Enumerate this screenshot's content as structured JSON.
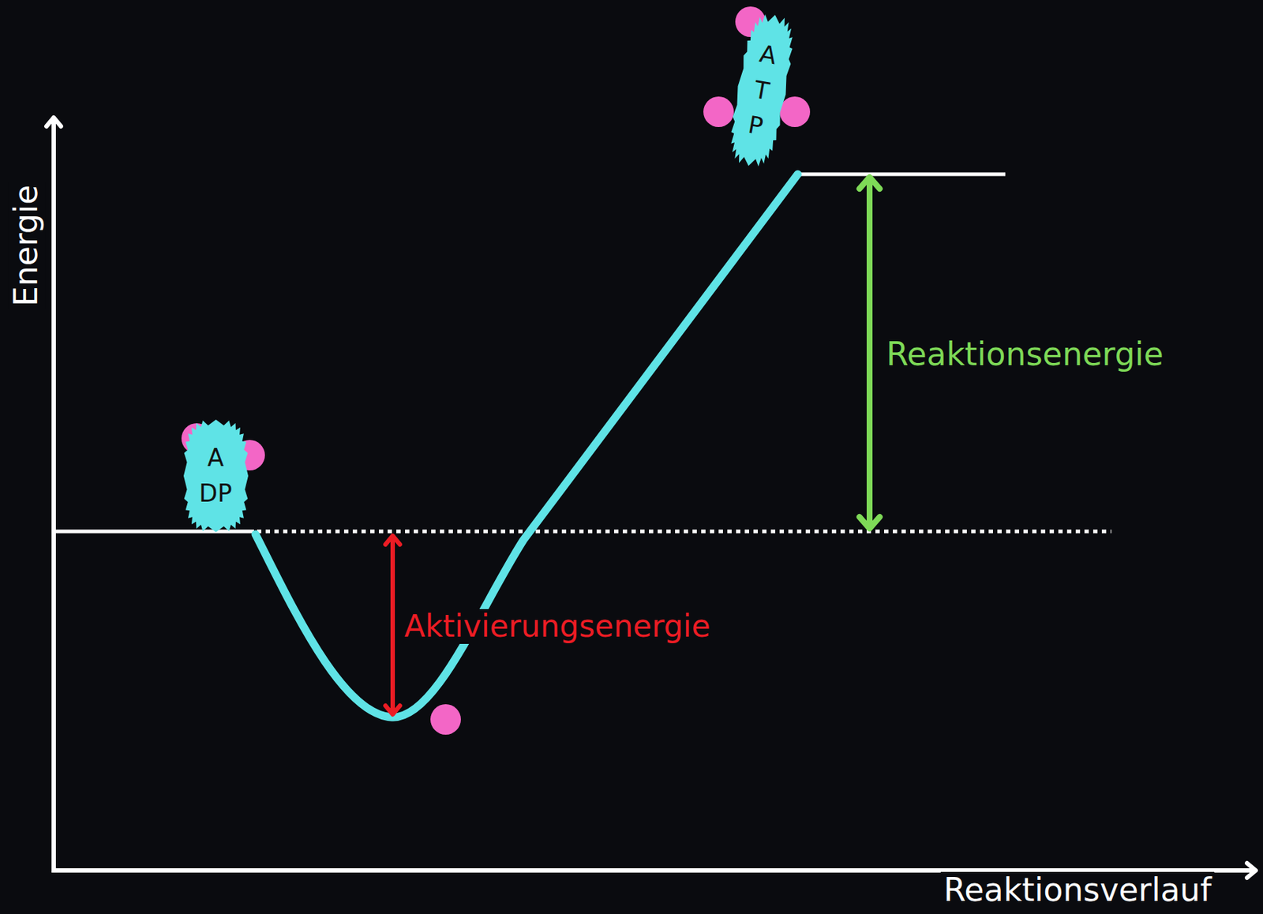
{
  "diagram": {
    "nodes": [
      {
        "text": [
          "A DP"
        ]
      },
      {
        "text": [
          "A T P"
        ]
      }
    ],
    "labels": [
      "Energie",
      "Reaktionsenergie",
      "Aktivierungsenergie",
      "Reaktionsverlauf"
    ]
  }
}
